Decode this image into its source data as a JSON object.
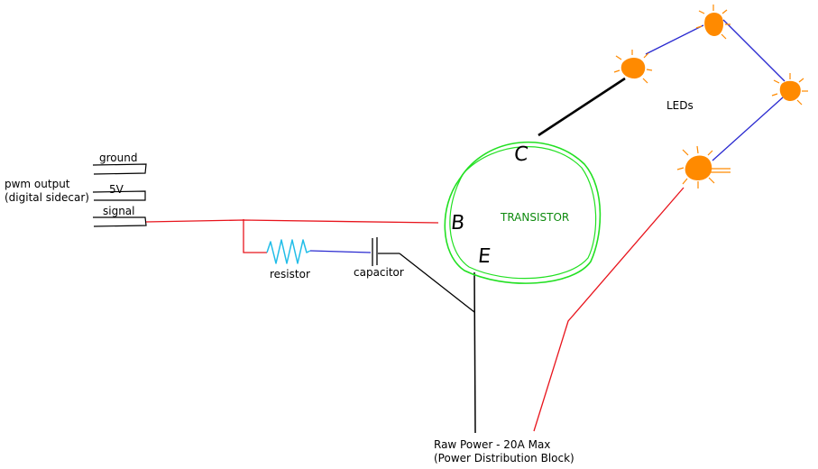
{
  "labels": {
    "pwm_line1": "pwm output",
    "pwm_line2": "(digital sidecar)",
    "ground": "ground",
    "five_v": "5V",
    "signal": "signal",
    "resistor": "resistor",
    "capacitor": "capacitor",
    "transistor": "TRANSISTOR",
    "base": "B",
    "collector": "C",
    "emitter": "E",
    "leds": "LEDs",
    "power_line1": "Raw Power - 20A Max",
    "power_line2": "(Power Distribution Block)"
  },
  "colors": {
    "power_wire": "#e8141c",
    "led_wire": "#2a2ad0",
    "resistor": "#20bde8",
    "transistor": "#22e022",
    "transistor_text": "#0e8a0e",
    "led": "#ff8a00",
    "ink": "#000000"
  }
}
